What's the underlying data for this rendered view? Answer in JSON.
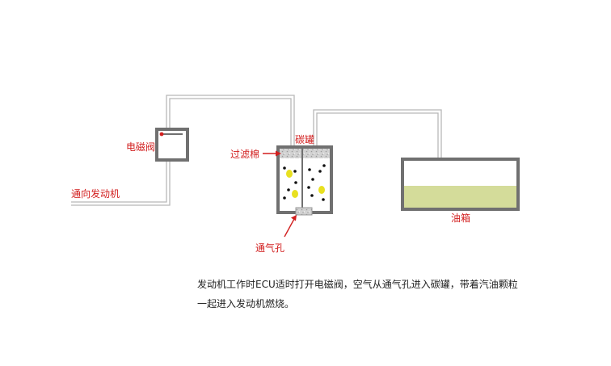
{
  "labels": {
    "solenoid_valve": "电磁阀",
    "to_engine": "通向发动机",
    "canister": "碳罐",
    "filter_cotton": "过滤棉",
    "vent_hole": "通气孔",
    "fuel_tank": "油箱"
  },
  "caption": {
    "line1": "发动机工作时ECU适时打开电磁阀，空气从通气孔进入碳罐，带着汽油颗粒",
    "line2": "一起进入发动机燃烧。"
  },
  "colors": {
    "label_red": "#d21f1f",
    "frame_gray": "#707070",
    "pipe_gray": "#b8b8b8",
    "fuel_green": "#d4dc9a",
    "particle_yellow": "#e8e020",
    "particle_black": "#111111",
    "filter_gray": "#c8c8c8"
  }
}
